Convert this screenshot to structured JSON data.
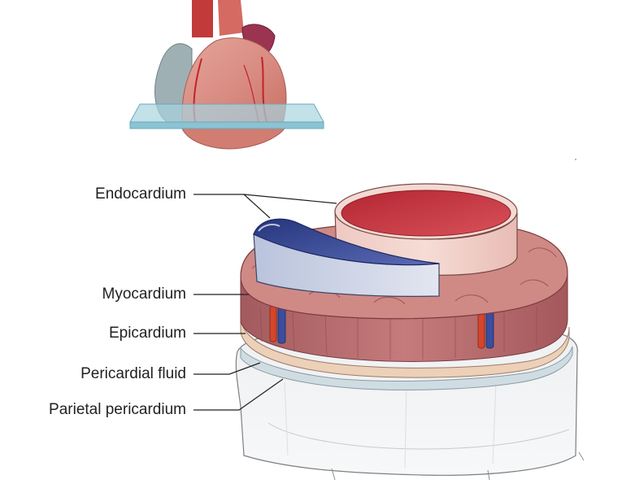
{
  "labels": {
    "endocardium": "Endocardium",
    "myocardium": "Myocardium",
    "epicardium": "Epicardium",
    "pericardial_fluid": "Pericardial fluid",
    "parietal_pericardium": "Parietal pericardium"
  },
  "colors": {
    "leader_line": "#231f20",
    "label_text": "#231f20",
    "left_ventricle_blood": "#c0323a",
    "right_ventricle_blood": "#2e3f8f",
    "myocardium_muscle": "#b86a6a",
    "epicardium_layer": "#e9c9b0",
    "pericardial_fluid": "#cfdde3",
    "parietal_pericardium": "#e4e6e8",
    "slice_plane": "#a8d4e0"
  }
}
